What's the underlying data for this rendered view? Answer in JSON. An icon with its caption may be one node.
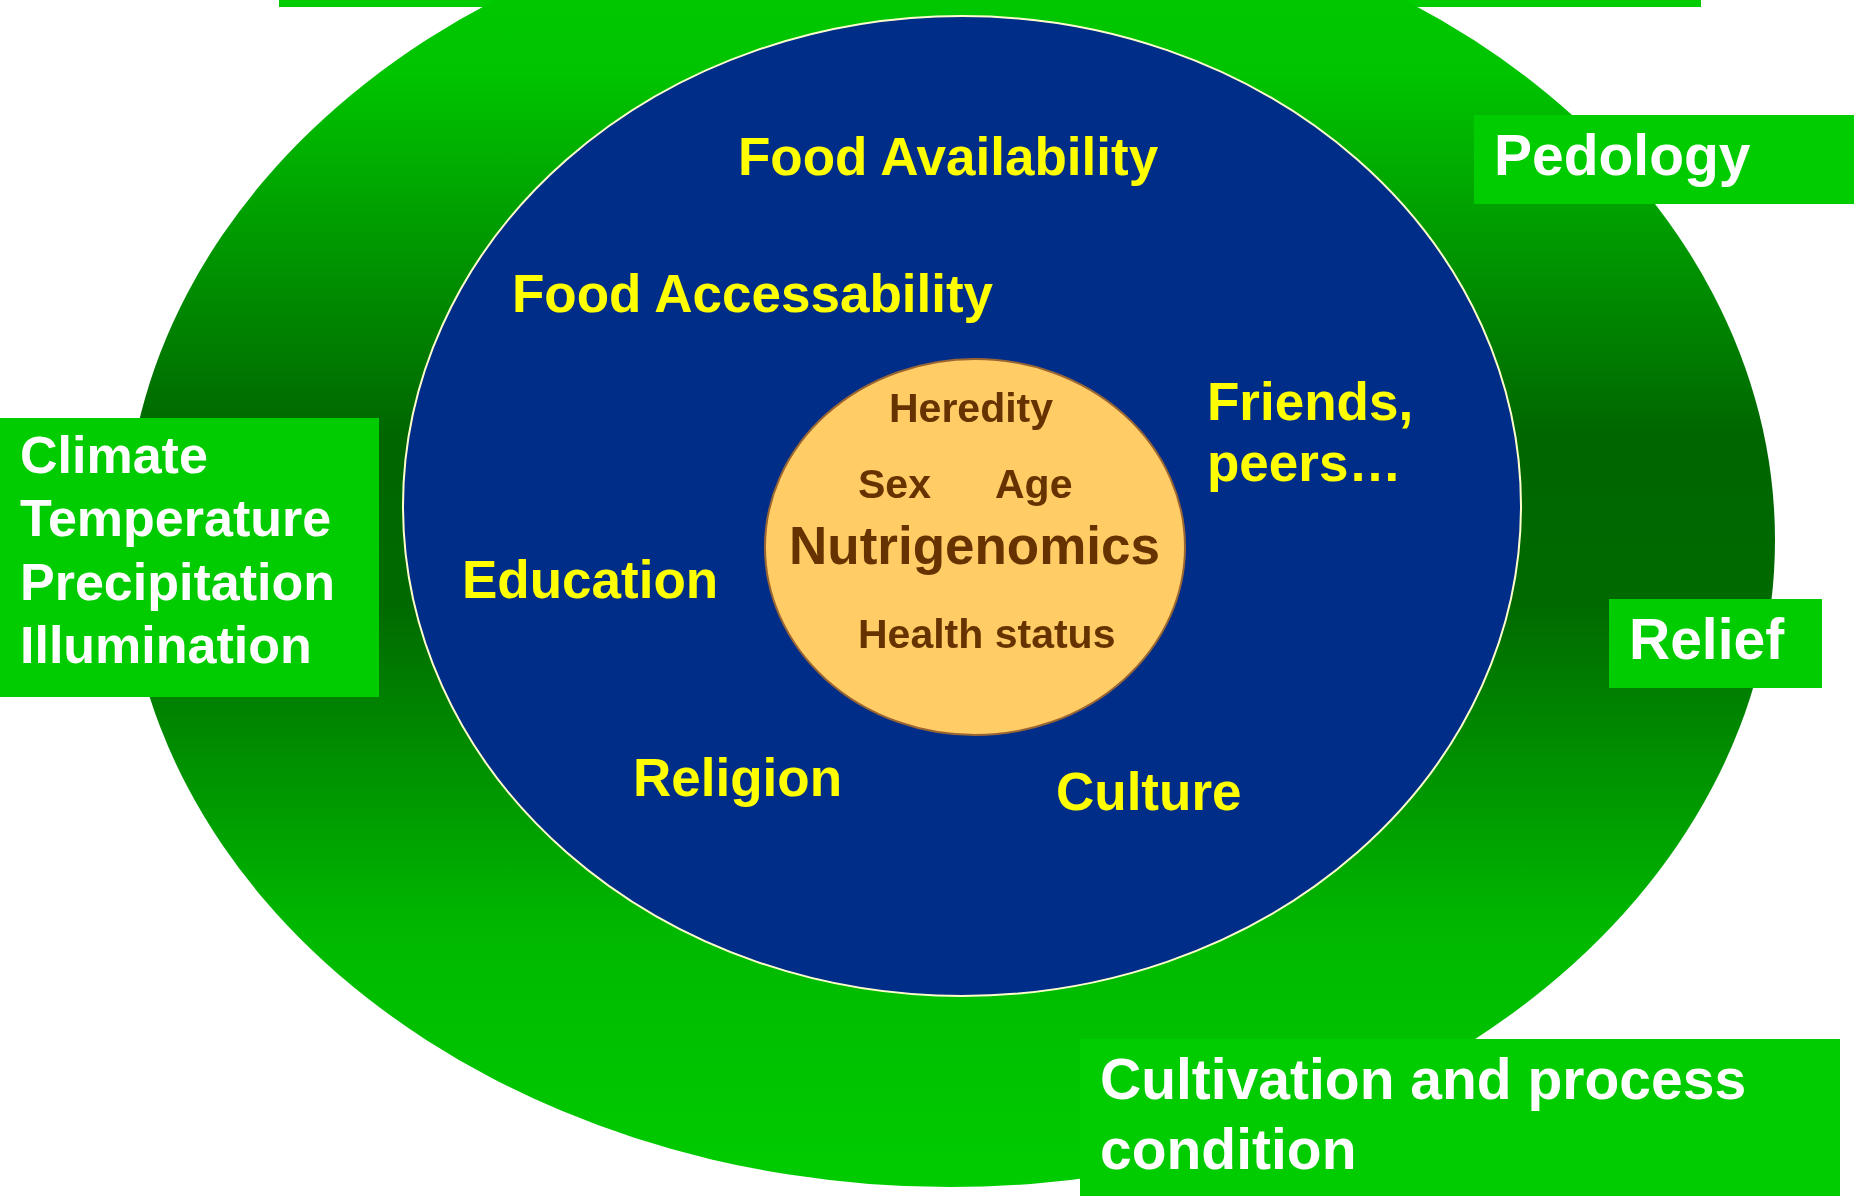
{
  "diagram": {
    "nodes": [
      {
        "text": [],
        "shape": "ellipse"
      },
      {
        "text": [
          "Food Availability",
          "Food Accessability",
          "Friends, peers…",
          "Education",
          "Religion",
          "Culture"
        ],
        "in": 0
      },
      {
        "text": [
          "Heredity",
          "Sex",
          "Age",
          "Nutrigenomics",
          "Health status"
        ],
        "in": 1
      },
      {
        "text": [
          "Pedology"
        ]
      },
      {
        "text": [
          "Climate",
          "Temperature",
          "Precipitation",
          "Illumination"
        ]
      },
      {
        "text": [
          "Relief"
        ]
      },
      {
        "text": [
          "Cultivation and process condition"
        ]
      }
    ]
  }
}
